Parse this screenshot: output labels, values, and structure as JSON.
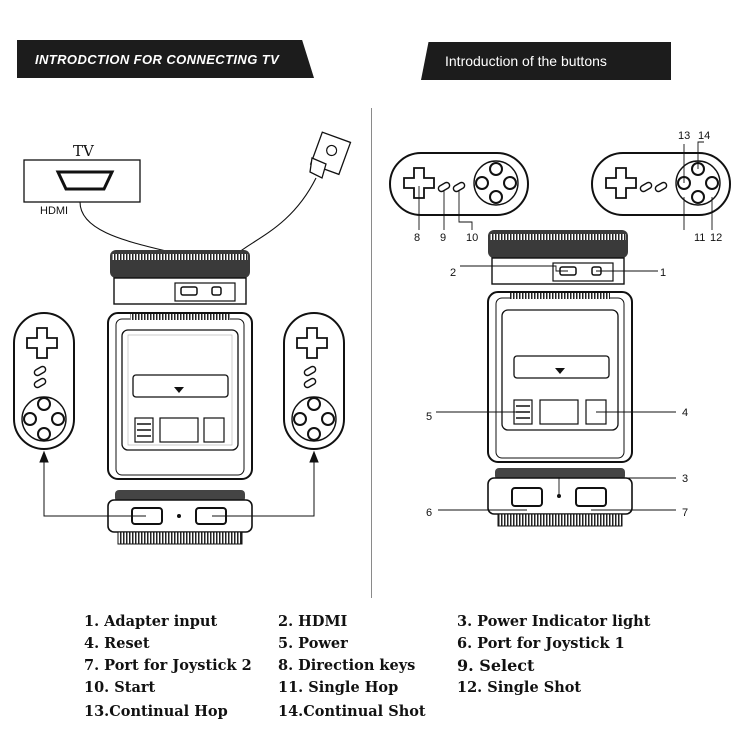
{
  "banners": {
    "left": "INTRODCTION FOR CONNECTING TV",
    "right": "Introduction of the buttons"
  },
  "labels": {
    "tv": "TV",
    "hdmi": "HDMI"
  },
  "callouts": {
    "c1": "1",
    "c2": "2",
    "c3": "3",
    "c4": "4",
    "c5": "5",
    "c6": "6",
    "c7": "7",
    "c8": "8",
    "c9": "9",
    "c10": "10",
    "c11": "11",
    "c12": "12",
    "c13": "13",
    "c14": "14"
  },
  "legend": {
    "item1": "1. Adapter input",
    "item2": "2. HDMI",
    "item3": "3. Power Indicator light",
    "item4": "4. Reset",
    "item5": "5. Power",
    "item6": "6. Port for Joystick 1",
    "item7": "7. Port for Joystick 2",
    "item8": "8. Direction keys",
    "item9": "9. Select",
    "item10": "10. Start",
    "item11": "11. Single Hop",
    "item12": "12. Single Shot",
    "item13": "13.Continual Hop",
    "item14": "14.Continual Shot"
  }
}
